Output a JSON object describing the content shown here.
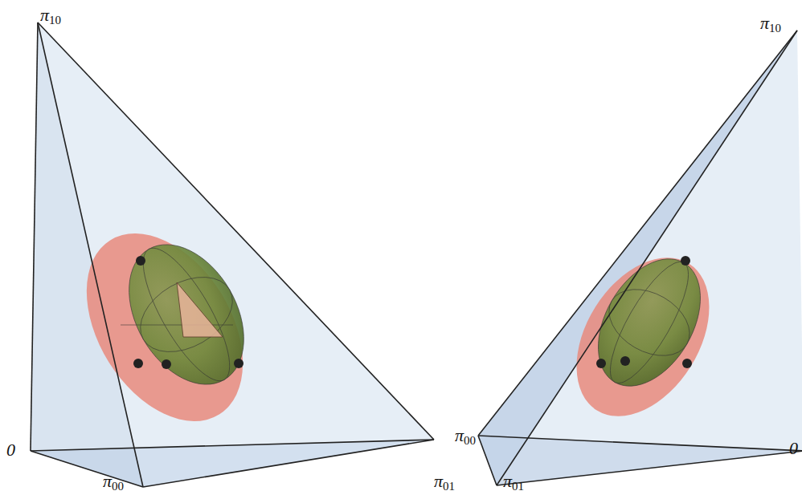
{
  "diagram": {
    "labels": [
      "π10",
      "0",
      "π00",
      "π01",
      "π10",
      "π00",
      "π01",
      "0"
    ]
  }
}
